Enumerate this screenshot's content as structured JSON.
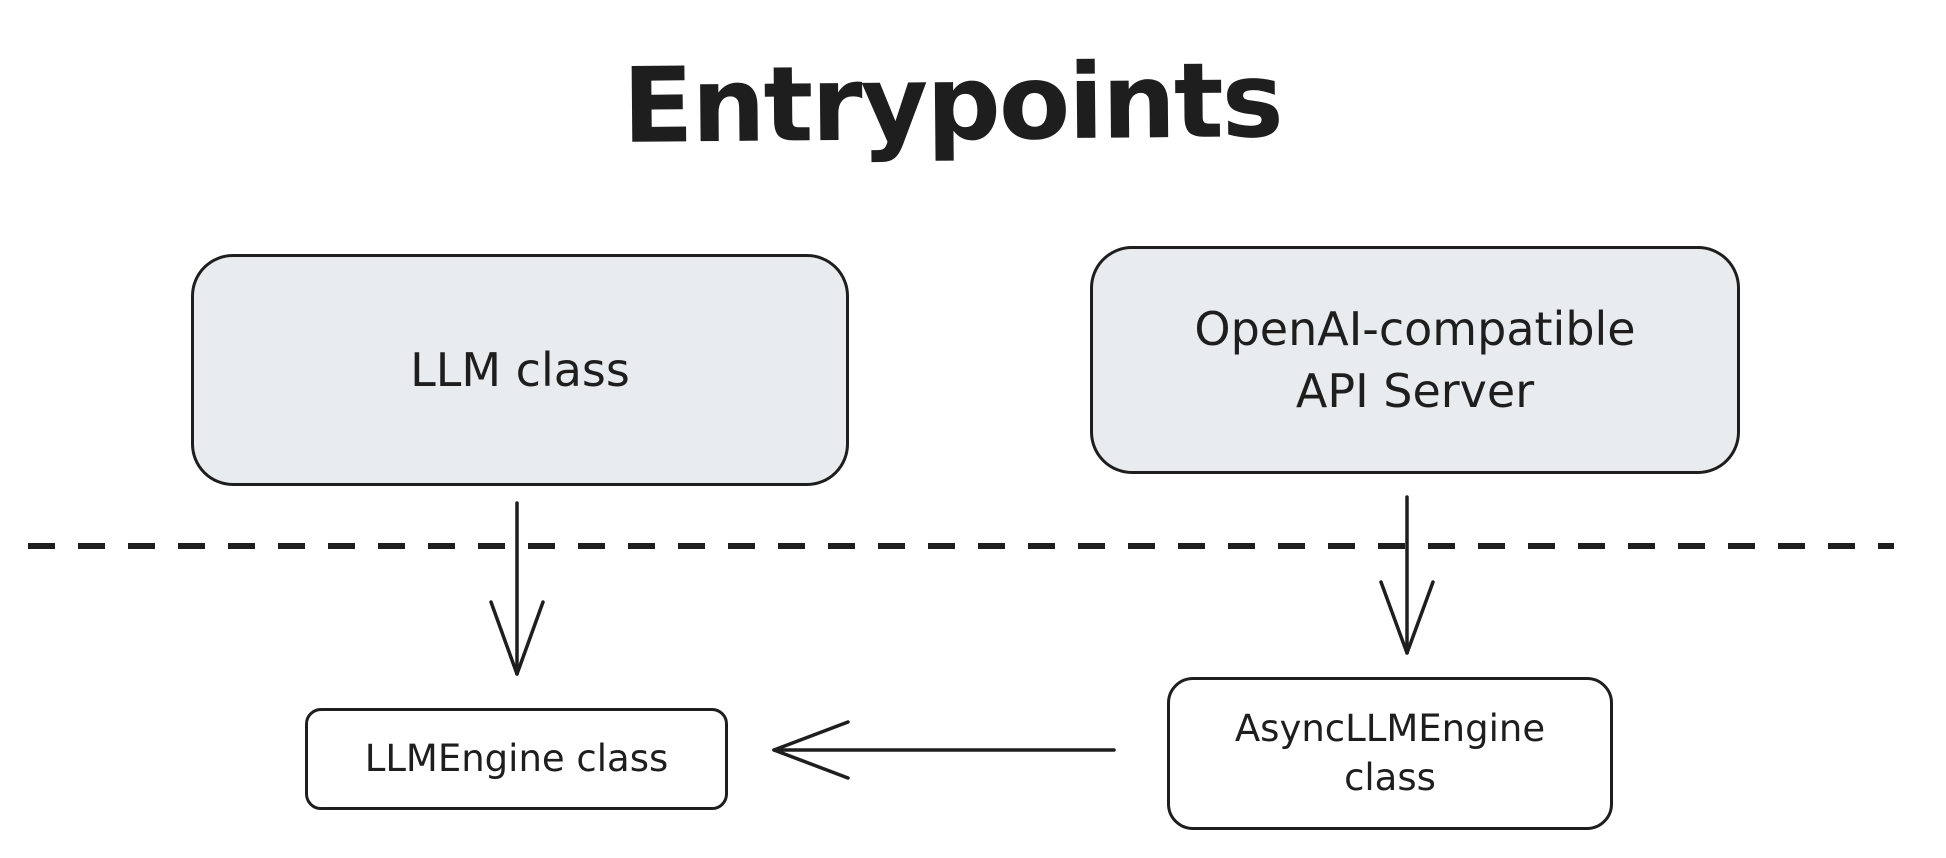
{
  "title": "Entrypoints",
  "colors": {
    "stroke": "#1e1e1e",
    "node_fill_gray": "#e9ecef",
    "node_fill_white": "#ffffff",
    "background": "#ffffff"
  },
  "nodes": {
    "llm_class": {
      "label": "LLM class"
    },
    "api_server": {
      "line1": "OpenAI-compatible",
      "line2": "API Server"
    },
    "llm_engine": {
      "label": "LLMEngine class"
    },
    "async_llm_engine": {
      "line1": "AsyncLLMEngine",
      "line2": "class"
    }
  },
  "edges": [
    {
      "from": "LLM class",
      "to": "LLMEngine class",
      "direction": "down",
      "style": "open-arrowhead"
    },
    {
      "from": "OpenAI-compatible API Server",
      "to": "AsyncLLMEngine class",
      "direction": "down",
      "style": "open-arrowhead"
    },
    {
      "from": "AsyncLLMEngine class",
      "to": "LLMEngine class",
      "direction": "left",
      "style": "open-arrowhead"
    }
  ],
  "divider": {
    "style": "dashed",
    "orientation": "horizontal"
  }
}
